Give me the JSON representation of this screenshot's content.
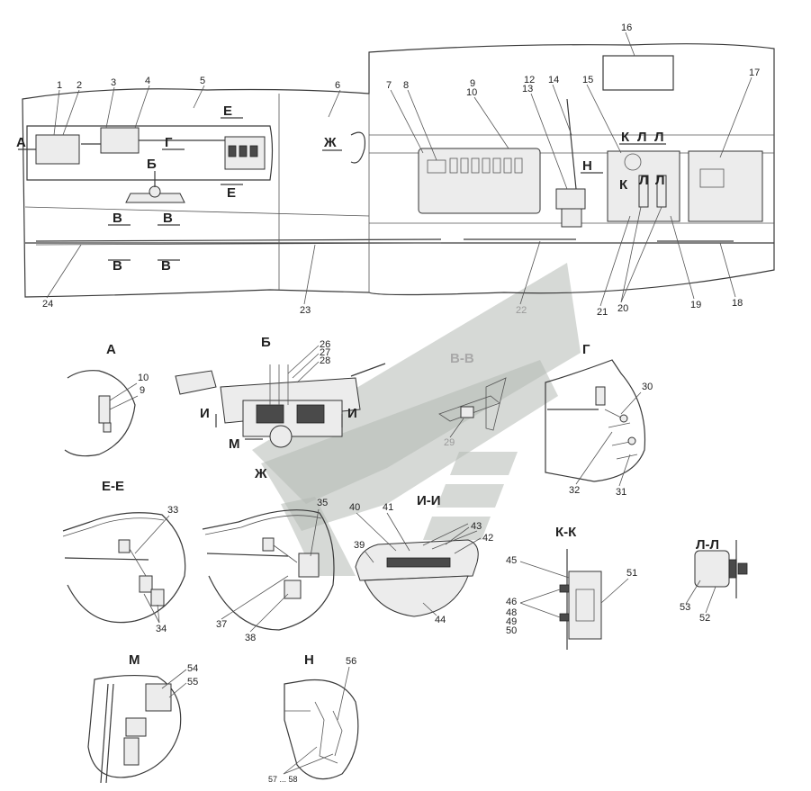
{
  "callouts": [
    {
      "id": "c1",
      "text": "1"
    },
    {
      "id": "c2",
      "text": "2"
    },
    {
      "id": "c3",
      "text": "3"
    },
    {
      "id": "c4",
      "text": "4"
    },
    {
      "id": "c5",
      "text": "5"
    },
    {
      "id": "c6",
      "text": "6"
    },
    {
      "id": "c7",
      "text": "7"
    },
    {
      "id": "c8",
      "text": "8"
    },
    {
      "id": "c9",
      "text": "9"
    },
    {
      "id": "c10",
      "text": "10"
    },
    {
      "id": "c12",
      "text": "12"
    },
    {
      "id": "c13",
      "text": "13"
    },
    {
      "id": "c14",
      "text": "14"
    },
    {
      "id": "c15",
      "text": "15"
    },
    {
      "id": "c16",
      "text": "16"
    },
    {
      "id": "c17",
      "text": "17"
    },
    {
      "id": "c18",
      "text": "18"
    },
    {
      "id": "c19",
      "text": "19"
    },
    {
      "id": "c20",
      "text": "20"
    },
    {
      "id": "c21",
      "text": "21"
    },
    {
      "id": "c22",
      "text": "22"
    },
    {
      "id": "c23",
      "text": "23"
    },
    {
      "id": "c24",
      "text": "24"
    },
    {
      "id": "c26",
      "text": "26"
    },
    {
      "id": "c27",
      "text": "27"
    },
    {
      "id": "c28",
      "text": "28"
    },
    {
      "id": "c29",
      "text": "29"
    },
    {
      "id": "a10",
      "text": "10"
    },
    {
      "id": "a9",
      "text": "9"
    },
    {
      "id": "c30",
      "text": "30"
    },
    {
      "id": "c31",
      "text": "31"
    },
    {
      "id": "c32",
      "text": "32"
    },
    {
      "id": "c33",
      "text": "33"
    },
    {
      "id": "c34",
      "text": "34"
    },
    {
      "id": "c35",
      "text": "35"
    },
    {
      "id": "c37",
      "text": "37"
    },
    {
      "id": "c38",
      "text": "38"
    },
    {
      "id": "c39",
      "text": "39"
    },
    {
      "id": "c40",
      "text": "40"
    },
    {
      "id": "c41",
      "text": "41"
    },
    {
      "id": "c42",
      "text": "42"
    },
    {
      "id": "c43",
      "text": "43"
    },
    {
      "id": "c44",
      "text": "44"
    },
    {
      "id": "c45",
      "text": "45"
    },
    {
      "id": "c46",
      "text": "46"
    },
    {
      "id": "c48",
      "text": "48"
    },
    {
      "id": "c49",
      "text": "49"
    },
    {
      "id": "c50",
      "text": "50"
    },
    {
      "id": "c51",
      "text": "51"
    },
    {
      "id": "c52",
      "text": "52"
    },
    {
      "id": "c53",
      "text": "53"
    },
    {
      "id": "c54",
      "text": "54"
    },
    {
      "id": "c55",
      "text": "55"
    },
    {
      "id": "c56",
      "text": "56"
    },
    {
      "id": "c57",
      "text": "57 ... 58"
    }
  ],
  "view_markers": [
    {
      "id": "mA",
      "text": "А"
    },
    {
      "id": "mB1",
      "text": "Б"
    },
    {
      "id": "mV1",
      "text": "В"
    },
    {
      "id": "mV2",
      "text": "В"
    },
    {
      "id": "mV3",
      "text": "В"
    },
    {
      "id": "mV4",
      "text": "В"
    },
    {
      "id": "mG",
      "text": "Г"
    },
    {
      "id": "mE1",
      "text": "Е"
    },
    {
      "id": "mE2",
      "text": "Е"
    },
    {
      "id": "mZh",
      "text": "Ж"
    },
    {
      "id": "mN",
      "text": "Н"
    },
    {
      "id": "mK1",
      "text": "К"
    },
    {
      "id": "mL1",
      "text": "Л"
    },
    {
      "id": "mL2",
      "text": "Л"
    },
    {
      "id": "mK2",
      "text": "К"
    },
    {
      "id": "mL3",
      "text": "Л"
    },
    {
      "id": "mL4",
      "text": "Л"
    },
    {
      "id": "mI1",
      "text": "И"
    },
    {
      "id": "mI2",
      "text": "И"
    },
    {
      "id": "mM",
      "text": "М"
    }
  ],
  "view_titles": [
    {
      "id": "tA",
      "text": "А"
    },
    {
      "id": "tB",
      "text": "Б"
    },
    {
      "id": "tVV",
      "text": "В-В"
    },
    {
      "id": "tG",
      "text": "Г"
    },
    {
      "id": "tEE",
      "text": "Е-Е"
    },
    {
      "id": "tZh",
      "text": "Ж"
    },
    {
      "id": "tII",
      "text": "И-И"
    },
    {
      "id": "tKK",
      "text": "К-К"
    },
    {
      "id": "tLL",
      "text": "Л-Л"
    },
    {
      "id": "tM",
      "text": "М"
    },
    {
      "id": "tN",
      "text": "Н"
    }
  ],
  "colors": {
    "line": "#3a3a3a",
    "watermark": "#b4b9b4",
    "background": "#ffffff"
  }
}
